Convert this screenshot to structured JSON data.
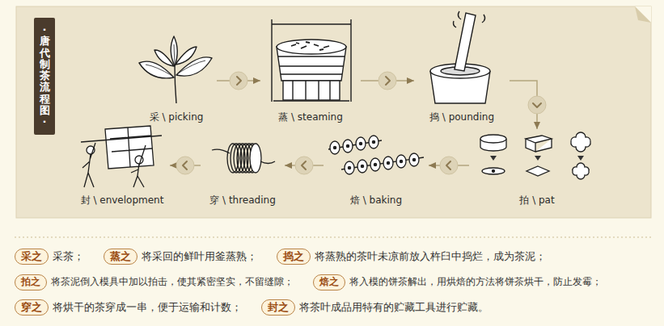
{
  "diagram": {
    "title": "·唐代制茶流程图·",
    "nodes": [
      {
        "text": [
          "采 \\ picking"
        ]
      },
      {
        "text": [
          "蒸 \\ steaming"
        ]
      },
      {
        "text": [
          "捣 \\ pounding"
        ]
      },
      {
        "text": [
          "拍 \\ pat"
        ]
      },
      {
        "text": [
          "焙 \\ baking"
        ]
      },
      {
        "text": [
          "穿 \\ threading"
        ]
      },
      {
        "text": [
          "封 \\ envelopment"
        ]
      },
      {
        "text": [
          "采之"
        ]
      },
      {
        "text": [
          "蒸之"
        ]
      },
      {
        "text": [
          "捣之"
        ]
      },
      {
        "text": [
          "拍之"
        ]
      },
      {
        "text": [
          "焙之"
        ]
      },
      {
        "text": [
          "穿之"
        ]
      },
      {
        "text": [
          "封之"
        ]
      }
    ],
    "edges": [
      {
        "from": 0,
        "to": 1,
        "arrow": "to"
      },
      {
        "from": 1,
        "to": 2,
        "arrow": "to"
      },
      {
        "from": 2,
        "to": 3,
        "arrow": "to"
      },
      {
        "from": 3,
        "to": 4,
        "arrow": "to"
      },
      {
        "from": 4,
        "to": 5,
        "arrow": "to"
      },
      {
        "from": 5,
        "to": 6,
        "arrow": "to"
      }
    ],
    "labels": [
      "采茶；",
      "将采回的鲜叶用釜蒸熟；",
      "将蒸熟的茶叶未凉前放入杵臼中捣烂，成为茶泥；",
      "将茶泥倒入模具中加以拍击，使其紧密坚实，不留缝隙；",
      "将入模的饼茶解出，用烘焙的方法将饼茶烘干，防止发霉；",
      "将烘干的茶穿成一串，便于运输和计数；",
      "将茶叶成品用特有的贮藏工具进行贮藏。"
    ]
  }
}
